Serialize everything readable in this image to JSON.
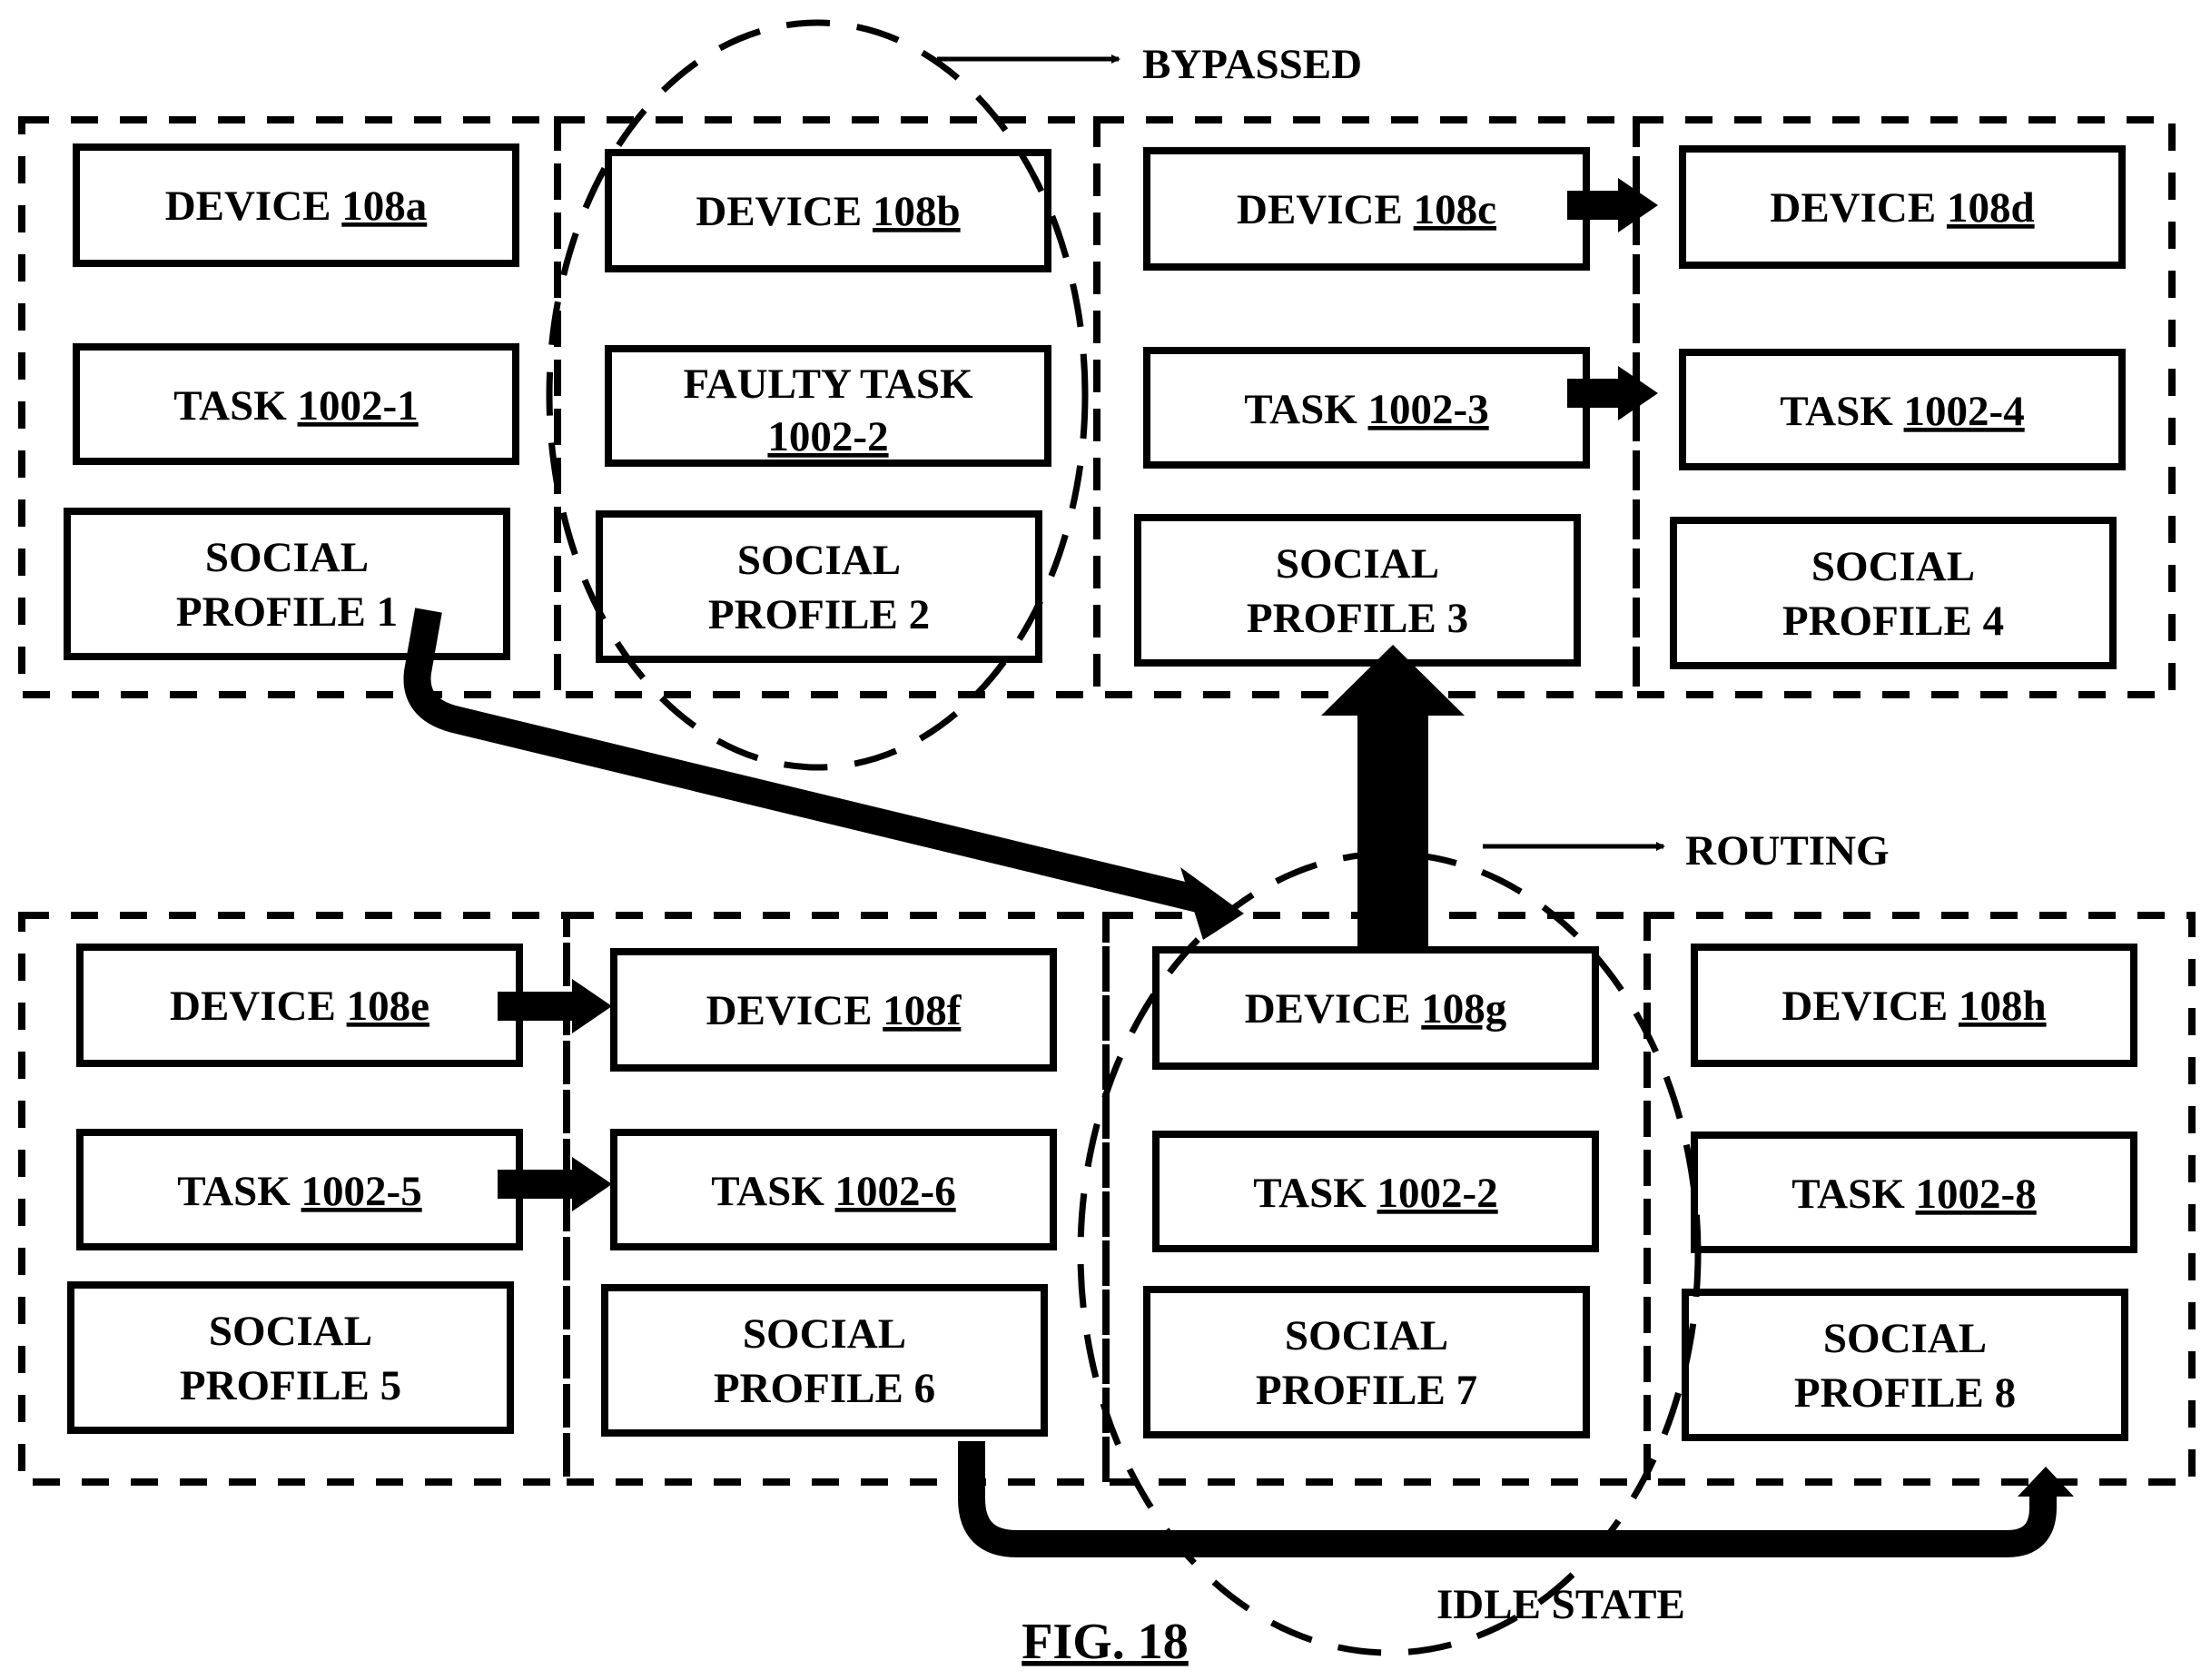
{
  "figure": {
    "caption": "FIG. 18",
    "annotations": {
      "bypassed": "BYPASSED",
      "routing": "ROUTING",
      "idle_state": "IDLE STATE"
    },
    "groups": [
      {
        "device_prefix": "DEVICE ",
        "device_ref": "108a",
        "task_prefix": "TASK ",
        "task_ref": "1002-1",
        "profile_line1": "SOCIAL",
        "profile_line2": "PROFILE 1"
      },
      {
        "device_prefix": "DEVICE ",
        "device_ref": "108b",
        "task_prefix": "FAULTY TASK",
        "task_ref": "1002-2",
        "profile_line1": "SOCIAL",
        "profile_line2": "PROFILE 2"
      },
      {
        "device_prefix": "DEVICE ",
        "device_ref": "108c",
        "task_prefix": "TASK ",
        "task_ref": "1002-3",
        "profile_line1": "SOCIAL",
        "profile_line2": "PROFILE 3"
      },
      {
        "device_prefix": "DEVICE ",
        "device_ref": "108d",
        "task_prefix": "TASK ",
        "task_ref": "1002-4",
        "profile_line1": "SOCIAL",
        "profile_line2": "PROFILE 4"
      },
      {
        "device_prefix": "DEVICE ",
        "device_ref": "108e",
        "task_prefix": "TASK ",
        "task_ref": "1002-5",
        "profile_line1": "SOCIAL",
        "profile_line2": "PROFILE 5"
      },
      {
        "device_prefix": "DEVICE ",
        "device_ref": "108f",
        "task_prefix": "TASK ",
        "task_ref": "1002-6",
        "profile_line1": "SOCIAL",
        "profile_line2": "PROFILE 6"
      },
      {
        "device_prefix": "DEVICE ",
        "device_ref": "108g",
        "task_prefix": "TASK ",
        "task_ref": "1002-2",
        "profile_line1": "SOCIAL",
        "profile_line2": "PROFILE 7"
      },
      {
        "device_prefix": "DEVICE ",
        "device_ref": "108h",
        "task_prefix": "TASK ",
        "task_ref": "1002-8",
        "profile_line1": "SOCIAL",
        "profile_line2": "PROFILE 8"
      }
    ]
  }
}
